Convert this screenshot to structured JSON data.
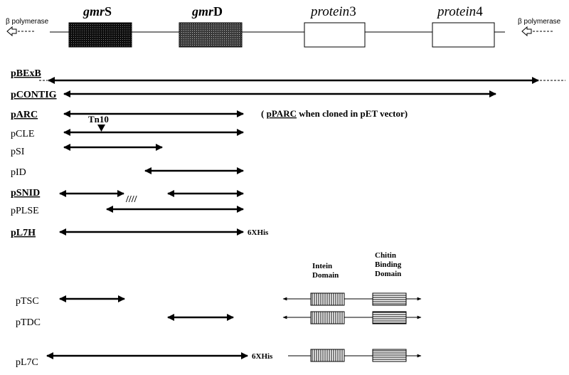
{
  "genes": {
    "gmrS": {
      "italic": "gmr",
      "suffix": "S"
    },
    "gmrD": {
      "italic": "gmr",
      "suffix": "D"
    },
    "protein3": {
      "italic": "protein",
      "suffix": "3"
    },
    "protein4": {
      "italic": "protein",
      "suffix": "4"
    }
  },
  "polymerase": {
    "left": "β polymerase",
    "right": "β polymerase"
  },
  "constructs": [
    {
      "name": "pBExB"
    },
    {
      "name": "pCONTIG"
    },
    {
      "name": "pARC"
    },
    {
      "name": "pCLE"
    },
    {
      "name": "pSI"
    },
    {
      "name": "pID"
    },
    {
      "name": "pSNID"
    },
    {
      "name": "pPLSE"
    },
    {
      "name": "pL7H"
    }
  ],
  "annotations": {
    "tn10": "Tn10",
    "pparc_open": "( ",
    "pparc_name": "pPARC",
    "pparc_rest": " when cloned in pET vector)",
    "his_l7h": "6XHis",
    "his_l7c": "6XHis",
    "gap_marks": "////"
  },
  "domains": {
    "intein": [
      "Intein",
      "Domain"
    ],
    "chitin": [
      "Chitin",
      "Binding",
      "Domain"
    ]
  },
  "fusions": [
    {
      "name": "pTSC"
    },
    {
      "name": "pTDC"
    },
    {
      "name": "pL7C"
    }
  ],
  "colors": {
    "ink": "#000000",
    "gmrS_fill": "#111111",
    "gmrD_fill": "#555555",
    "paper": "#ffffff"
  }
}
